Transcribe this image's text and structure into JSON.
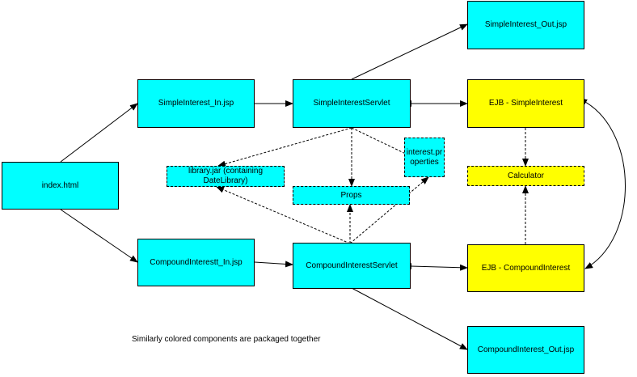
{
  "nodes": {
    "index": "index.html",
    "simple_in": "SimpleInterest_In.jsp",
    "compound_in": "CompoundInterestt_In.jsp",
    "simple_servlet": "SimpleInterestServlet",
    "compound_servlet": "CompoundInterestServlet",
    "simple_out": "SimpleInterest_Out.jsp",
    "compound_out": "CompoundInterest_Out.jsp",
    "ejb_simple": "EJB - SimpleInterest",
    "ejb_compound": "EJB - CompoundInterest",
    "calculator": "Calculator",
    "library": "library.jar (containing DateLibrary)",
    "props": "Props",
    "interest_props": "interest.pr operties"
  },
  "note": "Similarly colored components are packaged together",
  "colors": {
    "web_tier": "#00ffff",
    "ejb_tier": "#ffff00"
  }
}
